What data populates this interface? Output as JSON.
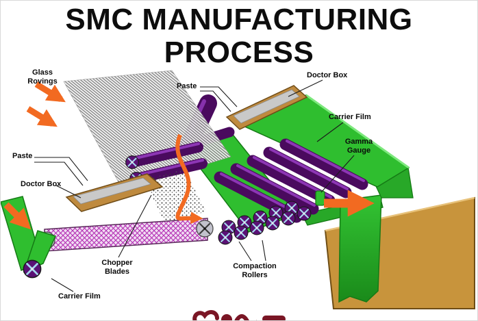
{
  "title": {
    "line1": "SMC MANUFACTURING",
    "line2": "PROCESS"
  },
  "labels": {
    "glass_rovings": "Glass\nRovings",
    "paste_top": "Paste",
    "doctor_box_top": "Doctor Box",
    "carrier_film_top": "Carrier Film",
    "gamma_gauge": "Gamma\nGauge",
    "paste_left": "Paste",
    "doctor_box_left": "Doctor Box",
    "chopper_blades": "Chopper\nBlades",
    "compaction_rollers": "Compaction\nRollers",
    "carrier_film_bottom": "Carrier Film"
  },
  "colors": {
    "carrier_film_green": "#2fbe2f",
    "green_edge": "#157a15",
    "roller_purple": "#53106e",
    "flow_arrow_orange": "#f26a21",
    "compound_magenta": "#b32db3",
    "doctor_box_tan": "#bf8a3e",
    "platform_tan": "#c8943c",
    "logo_maroon": "#7a1625"
  }
}
